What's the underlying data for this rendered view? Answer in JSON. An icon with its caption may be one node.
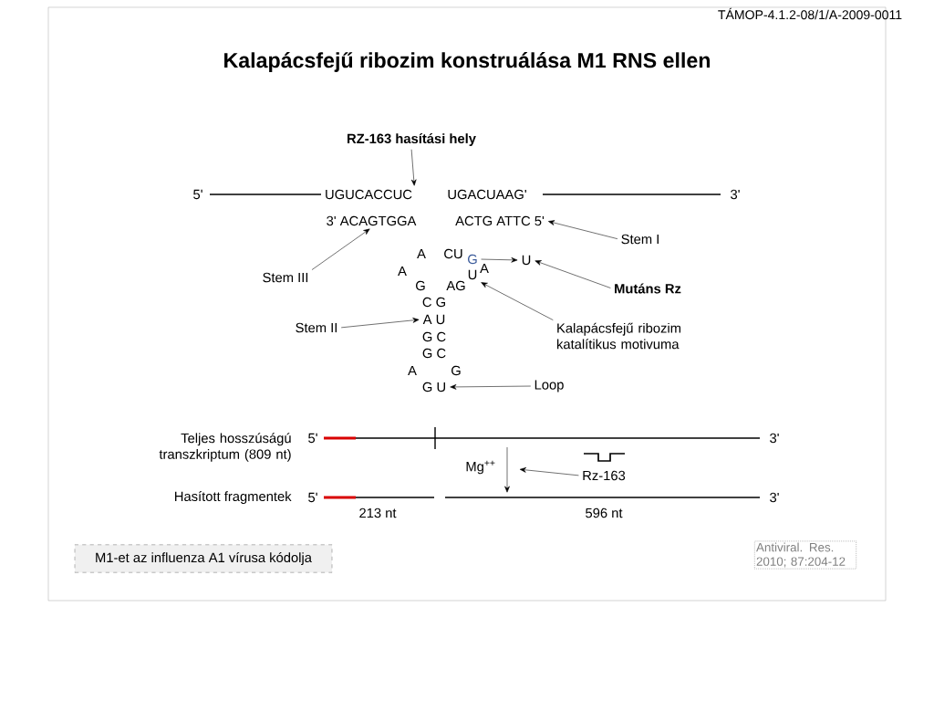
{
  "diagram": {
    "title": "Kalapácsfejű ribozim konstruálása M1 RNS ellen",
    "nodes": [
      {
        "text": [
          "RZ-163 hasítási hely"
        ]
      },
      {
        "text": [
          "3' ACAGTGGA"
        ]
      },
      {
        "text": [
          "ACTG ATTC 5'"
        ]
      },
      {
        "text": [
          "Stem I"
        ]
      },
      {
        "text": [
          "G"
        ]
      },
      {
        "text": [
          "U"
        ]
      },
      {
        "text": [
          "Stem III"
        ]
      },
      {
        "text": [
          "U"
        ]
      },
      {
        "text": [
          "Mutáns Rz"
        ]
      },
      {
        "text": [
          "Stem II"
        ]
      },
      {
        "text": [
          "Kalapácsfejű ribozim katalítikus motivuma"
        ]
      },
      {
        "text": [
          "G U"
        ]
      },
      {
        "text": [
          "Loop"
        ]
      },
      {
        "text": [
          "Rz-163"
        ]
      },
      {
        "text": [
          "M1-et az influenza A1 vírusa kódolja"
        ]
      },
      {
        "text": [
          "Antiviral. Res. 2010; 87:204-12"
        ]
      },
      {
        "text": [
          "UGUCACCUC"
        ]
      },
      {
        "text": [
          "A U"
        ]
      }
    ],
    "edges": [
      {
        "from": 0,
        "to": 16,
        "arrow": "to"
      },
      {
        "from": 3,
        "to": 2,
        "arrow": "to"
      },
      {
        "from": 6,
        "to": 1,
        "arrow": "to"
      },
      {
        "from": 4,
        "to": 5,
        "arrow": "to"
      },
      {
        "from": 8,
        "to": 5,
        "arrow": "to"
      },
      {
        "from": 10,
        "to": 7,
        "arrow": "to"
      },
      {
        "from": 9,
        "to": 17,
        "arrow": "to"
      },
      {
        "from": 12,
        "to": 11,
        "arrow": "to"
      },
      {
        "from": 13,
        "to": null,
        "arrow": "to"
      }
    ],
    "labels": [
      "TÁMOP-4.1.2-08/1/A-2009-0011",
      "5'",
      "UGACUAAG'",
      "3'",
      "A",
      "CU",
      "A",
      "A",
      "G",
      "AG",
      "C G",
      "G C",
      "G C",
      "A",
      "G",
      "Teljes hosszúságú transzkriptum (809 nt)",
      "5'",
      "3'",
      "Mg$^{++}$",
      "Hasított fragmentek",
      "5'",
      "3'",
      "213 nt",
      "596 nt"
    ]
  }
}
